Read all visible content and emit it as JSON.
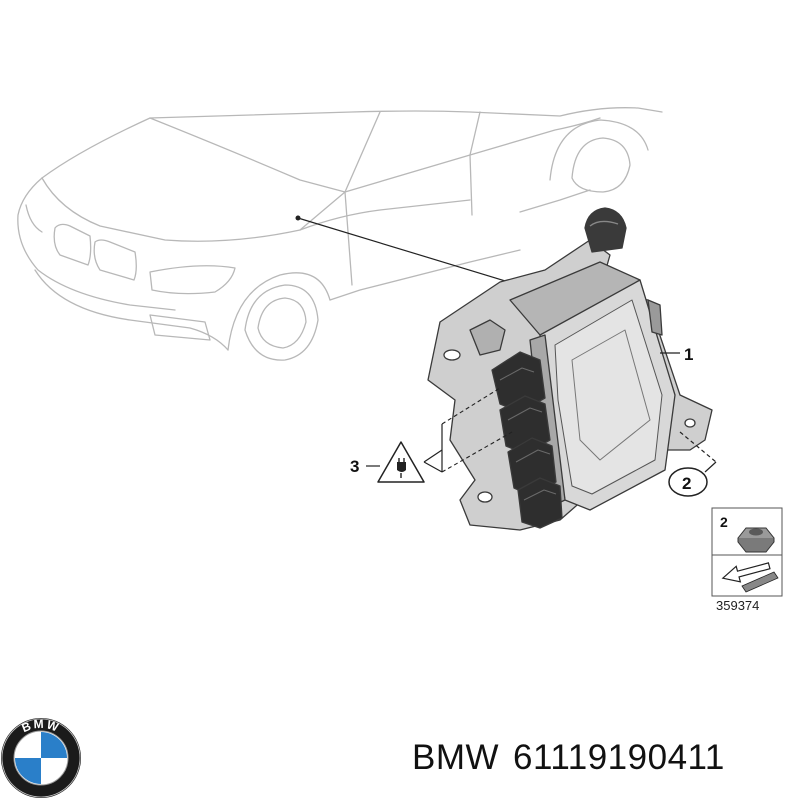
{
  "callouts": [
    {
      "number": "1"
    },
    {
      "number": "2"
    },
    {
      "number": "3"
    }
  ],
  "legend": {
    "item_number": "2",
    "code": "359374"
  },
  "logo": {
    "text": "BMW",
    "colors": {
      "ring": "#1b1b1b",
      "blue": "#2a7fc9",
      "white": "#ffffff"
    }
  },
  "caption": {
    "brand": "BMW",
    "part_number": "61119190411"
  },
  "colors": {
    "car_outline": "#b8b8b8",
    "part_fill": "#c9c9c9",
    "part_dark": "#3a3a3a",
    "leader": "#222222"
  }
}
